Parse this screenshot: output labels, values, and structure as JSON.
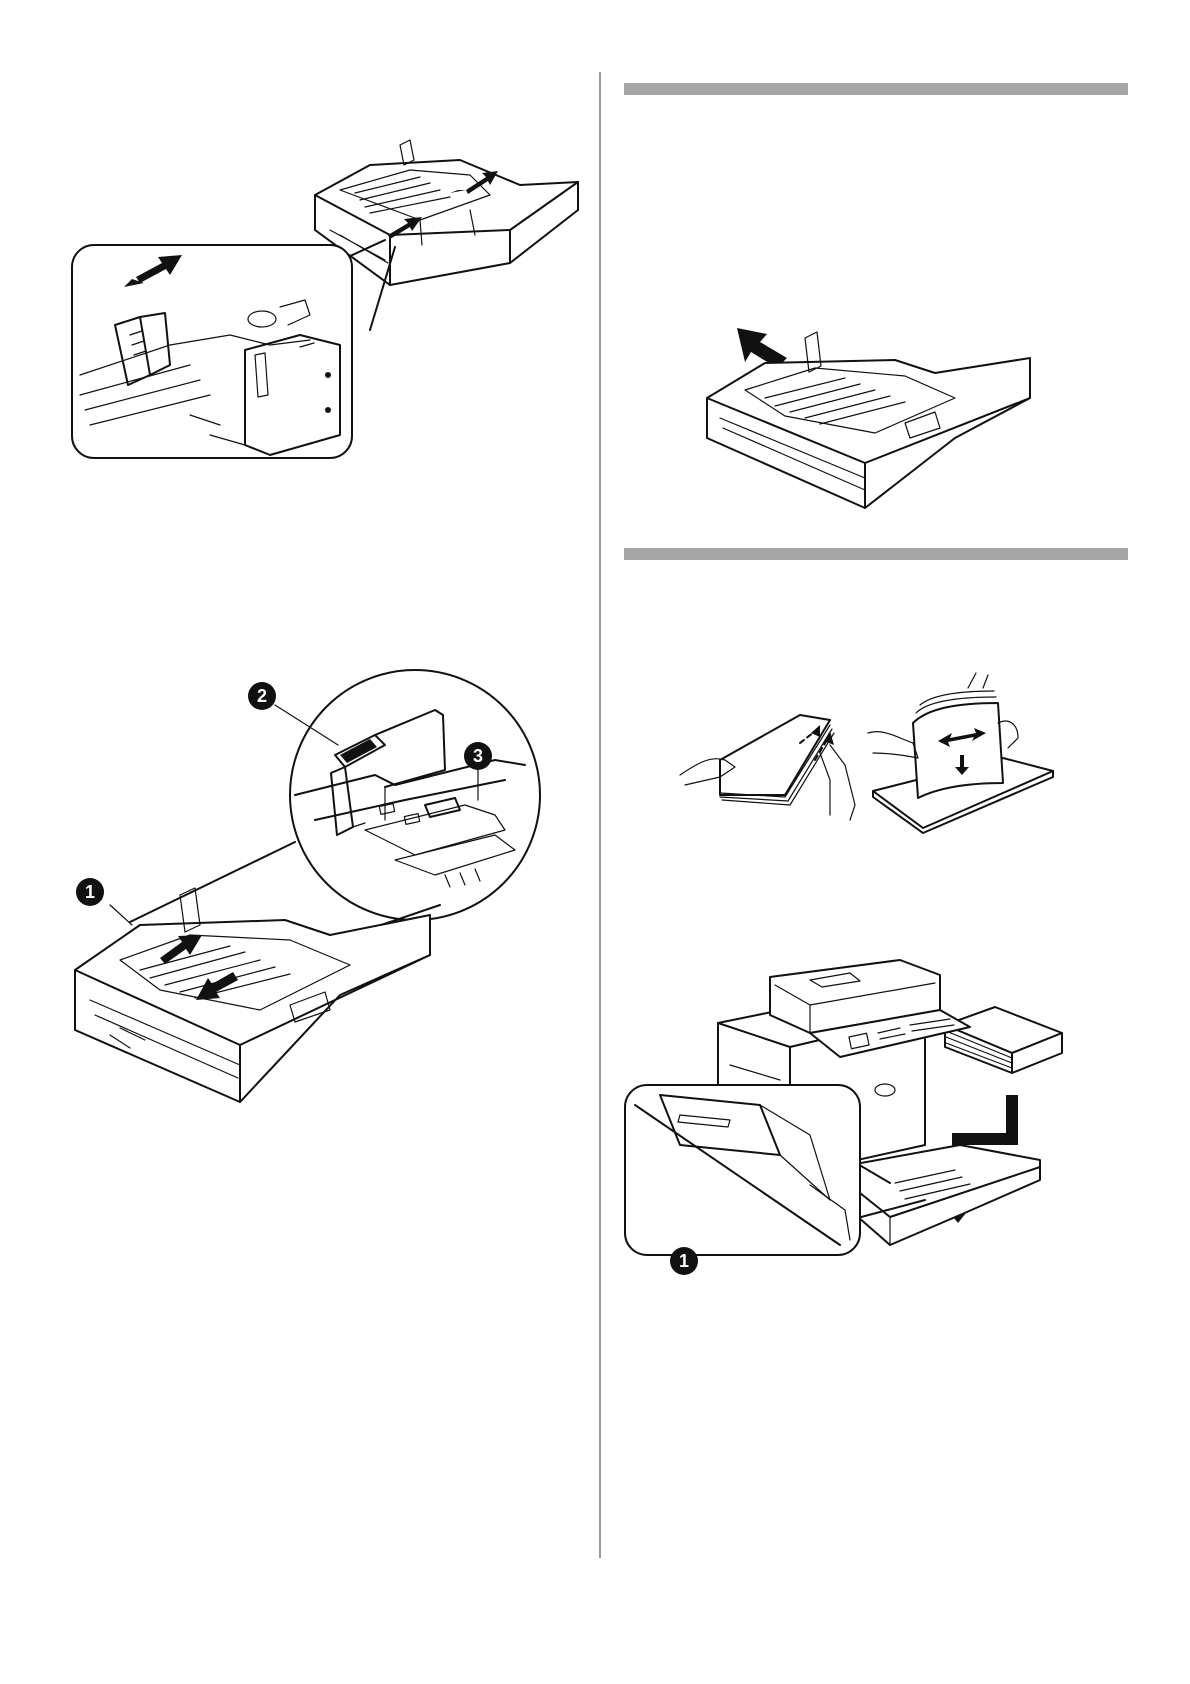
{
  "callouts": {
    "fig2_guide": "2",
    "fig2_stopper": "3",
    "fig2_tray": "1",
    "fig4_indicator": "1"
  },
  "colors": {
    "section_rule": "#a6a6a6",
    "ink": "#111111",
    "page": "#ffffff"
  }
}
